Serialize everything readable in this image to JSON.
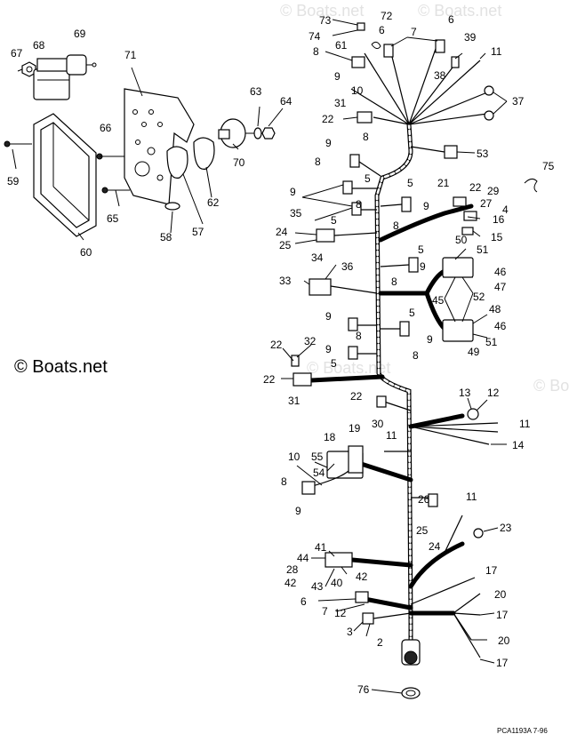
{
  "watermark": "© Boats.net",
  "faint_watermark": "© Boats.net",
  "drawing_code": "PCA1193A   7-96",
  "labels": {
    "l73": "73",
    "l72": "72",
    "l74": "74",
    "l6a": "6",
    "l6b": "6",
    "l7": "7",
    "l39": "39",
    "l61": "61",
    "l8a": "8",
    "l9a": "9",
    "l10a": "10",
    "l38": "38",
    "l11a": "11",
    "l67": "67",
    "l68": "68",
    "l69": "69",
    "l71": "71",
    "l63": "63",
    "l64": "64",
    "l31a": "31",
    "l22a": "22",
    "l37": "37",
    "l66": "66",
    "l70": "70",
    "l9b": "9",
    "l8b": "8",
    "l53": "53",
    "l75": "75",
    "l59": "59",
    "l8c": "8",
    "l5a": "5",
    "l62": "62",
    "l65": "65",
    "l57": "57",
    "l58": "58",
    "l60": "60",
    "l9c": "9",
    "l5b": "5",
    "l21": "21",
    "l22b": "22",
    "l29": "29",
    "l8d": "8",
    "l9d": "9",
    "l27": "27",
    "l4": "4",
    "l35": "35",
    "l5c": "5",
    "l8e": "8",
    "l16": "16",
    "l24a": "24",
    "l15": "15",
    "l25a": "25",
    "l50": "50",
    "l5d": "5",
    "l51a": "51",
    "l34": "34",
    "l36": "36",
    "l9e": "9",
    "l46a": "46",
    "l33": "33",
    "l8f": "8",
    "l47": "47",
    "l45": "45",
    "l52": "52",
    "l5e": "5",
    "l48": "48",
    "l9f": "9",
    "l46b": "46",
    "l8g": "8",
    "l9g": "9",
    "l51b": "51",
    "l49": "49",
    "l22c": "22",
    "l32": "32",
    "l9h": "9",
    "l8h": "8",
    "l5f": "5",
    "l22d": "22",
    "l31b": "31",
    "l13": "13",
    "l12a": "12",
    "l22e": "22",
    "l11b": "11",
    "l30": "30",
    "l11c": "11",
    "l14": "14",
    "l18": "18",
    "l19": "19",
    "l55": "55",
    "l10b": "10",
    "l54": "54",
    "l8i": "8",
    "l9i": "9",
    "l26": "26",
    "l11d": "11",
    "l25b": "25",
    "l23": "23",
    "l24b": "24",
    "l41": "41",
    "l44": "44",
    "l28": "28",
    "l42a": "42",
    "l42b": "42",
    "l43": "43",
    "l40": "40",
    "l17a": "17",
    "l20a": "20",
    "l6c": "6",
    "l7b": "7",
    "l12b": "12",
    "l17b": "17",
    "l3": "3",
    "l2": "2",
    "l20b": "20",
    "l17c": "17",
    "l76": "76"
  }
}
